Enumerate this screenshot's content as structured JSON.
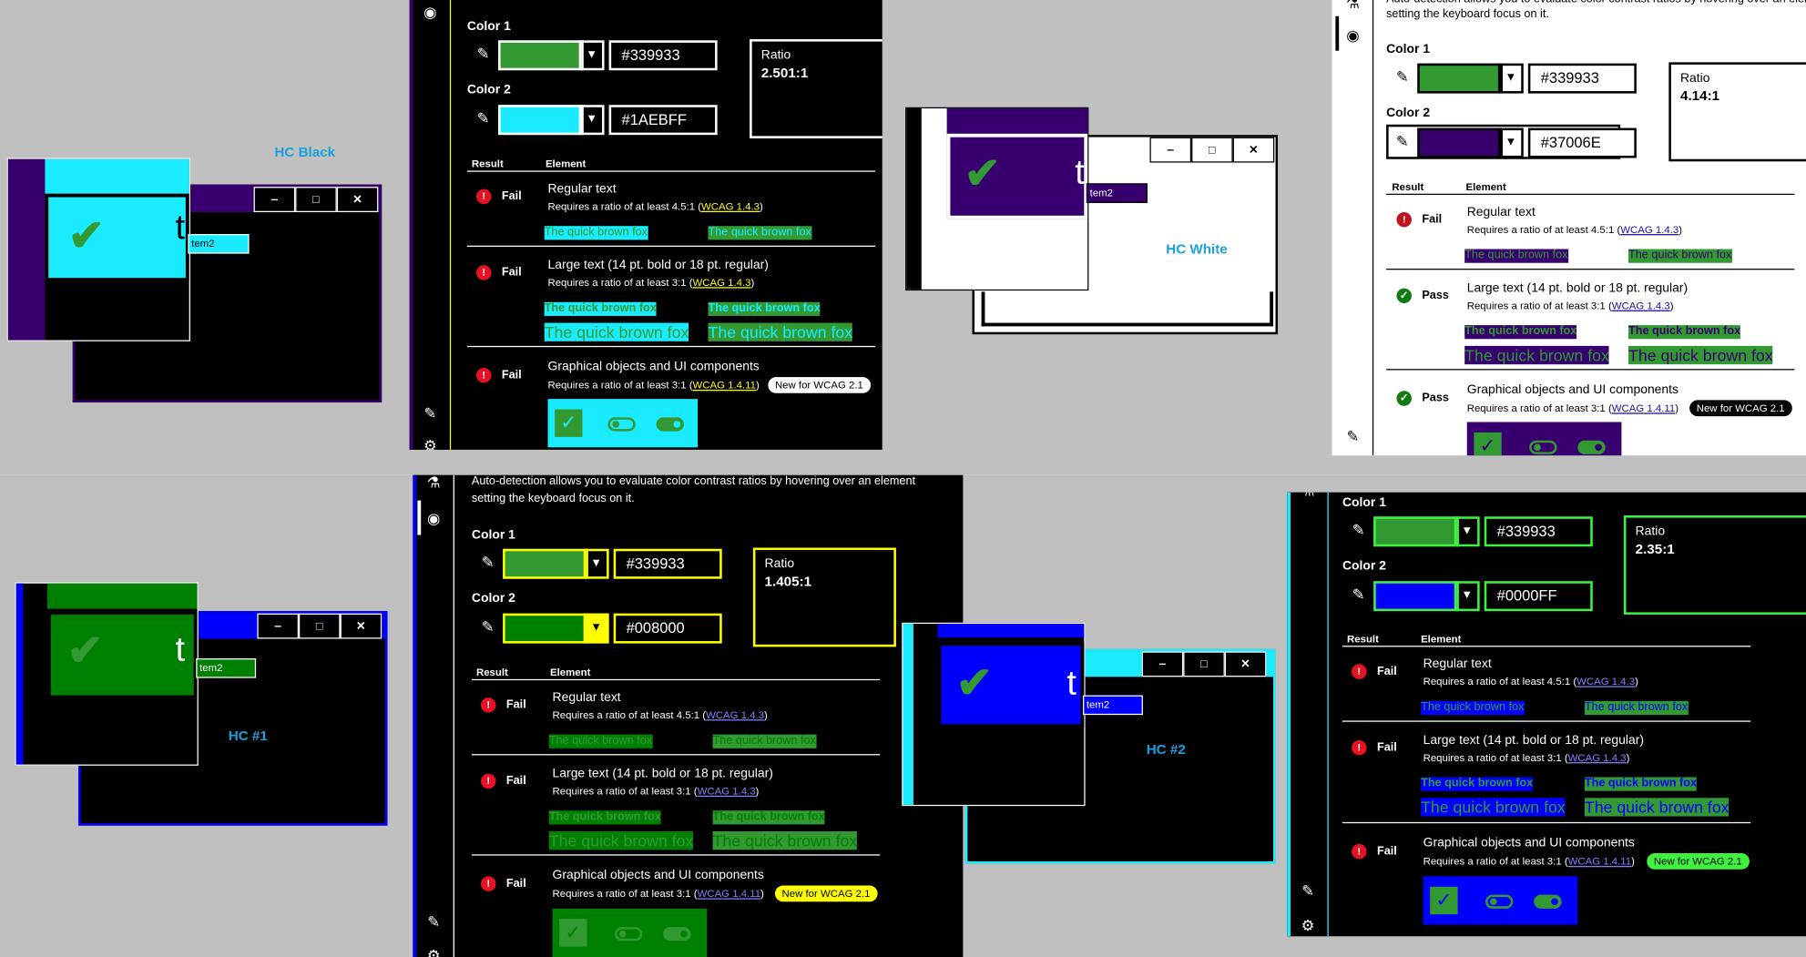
{
  "hc_labels": {
    "black": "HC Black",
    "white": "HC White",
    "hc1": "HC #1",
    "hc2": "HC #2"
  },
  "window_controls": {
    "minimize": "‒",
    "maximize": "□",
    "close": "✕"
  },
  "preview": {
    "letter": "t",
    "item_label": "tem2",
    "checkmark": "✔"
  },
  "auto_detection_text": {
    "line1": "Auto-detection allows you to evaluate color contrast ratios by hovering over an element",
    "line2": "setting the keyboard focus on it."
  },
  "common": {
    "color1_label": "Color 1",
    "color2_label": "Color 2",
    "ratio_label": "Ratio",
    "result_header": "Result",
    "element_header": "Element",
    "regular_title": "Regular text",
    "regular_req": "Requires a ratio of at least 4.5:1 (",
    "regular_link": "WCAG 1.4.3",
    "close_paren": ")",
    "large_title": "Large text (14 pt. bold or 18 pt. regular)",
    "large_req": "Requires a ratio of at least 3:1 (",
    "large_link": "WCAG 1.4.3",
    "graphical_title": "Graphical objects and UI components",
    "graphical_req": "Requires a ratio of at least 3:1 (",
    "graphical_link": "WCAG 1.4.11",
    "new_badge": "New for WCAG 2.1",
    "fox": "The quick brown fox",
    "fail": "Fail",
    "pass": "Pass",
    "fail_icon": "!",
    "pass_icon": "✓"
  },
  "panels": {
    "black": {
      "color1_hex": "#339933",
      "color2_hex": "#1AEBFF",
      "ratio": "2.501:1",
      "regular": "Fail",
      "large": "Fail",
      "graphical": "Fail"
    },
    "white": {
      "color1_hex": "#339933",
      "color2_hex": "#37006E",
      "ratio": "4.14:1",
      "regular": "Fail",
      "large": "Pass",
      "graphical": "Pass"
    },
    "hc1": {
      "color1_hex": "#339933",
      "color2_hex": "#008000",
      "ratio": "1.405:1",
      "regular": "Fail",
      "large": "Fail",
      "graphical": "Fail"
    },
    "hc2": {
      "color1_hex": "#339933",
      "color2_hex": "#0000FF",
      "ratio": "2.35:1",
      "regular": "Fail",
      "large": "Fail",
      "graphical": "Fail"
    }
  },
  "icons": {
    "rail": [
      "flask-icon",
      "palette-icon",
      "eyedropper-icon",
      "gear-icon"
    ],
    "status": [
      "fail-icon",
      "pass-icon"
    ],
    "picker": "eyedropper-icon"
  },
  "colors": {
    "green": "#339933",
    "cyan": "#1AEBFF",
    "purple": "#37006E",
    "dark_green": "#008000",
    "blue": "#0000FF",
    "hc_yellow": "#FFFF00",
    "hc2_green": "#3FF23F",
    "hc_label": "#1AA0E0"
  }
}
